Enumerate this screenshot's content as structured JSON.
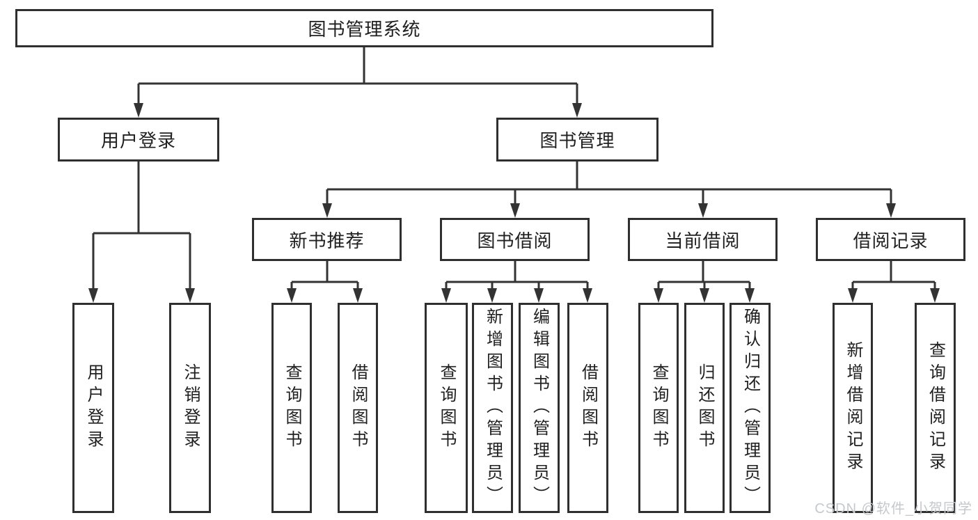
{
  "diagram": {
    "root": {
      "label": "图书管理系统"
    },
    "branches": [
      {
        "label": "用户登录",
        "children": [
          {
            "label": "用户登录"
          },
          {
            "label": "注销登录"
          }
        ]
      },
      {
        "label": "图书管理",
        "groups": [
          {
            "label": "新书推荐",
            "children": [
              {
                "label": "查询图书"
              },
              {
                "label": "借阅图书"
              }
            ]
          },
          {
            "label": "图书借阅",
            "children": [
              {
                "label": "查询图书"
              },
              {
                "label": "新增图书（管理员）"
              },
              {
                "label": "编辑图书（管理员）"
              },
              {
                "label": "借阅图书"
              }
            ]
          },
          {
            "label": "当前借阅",
            "children": [
              {
                "label": "查询图书"
              },
              {
                "label": "归还图书"
              },
              {
                "label": "确认归还（管理员）"
              }
            ]
          },
          {
            "label": "借阅记录",
            "children": [
              {
                "label": "新增借阅记录"
              },
              {
                "label": "查询借阅记录"
              }
            ]
          }
        ]
      }
    ]
  },
  "watermark": {
    "text": "CSDN @软件_小贺同学"
  },
  "colors": {
    "line": "#333333",
    "border": "#2f2f2f",
    "text": "#1f1f1f",
    "watermark": "#c5c8cc",
    "background": "#ffffff"
  }
}
